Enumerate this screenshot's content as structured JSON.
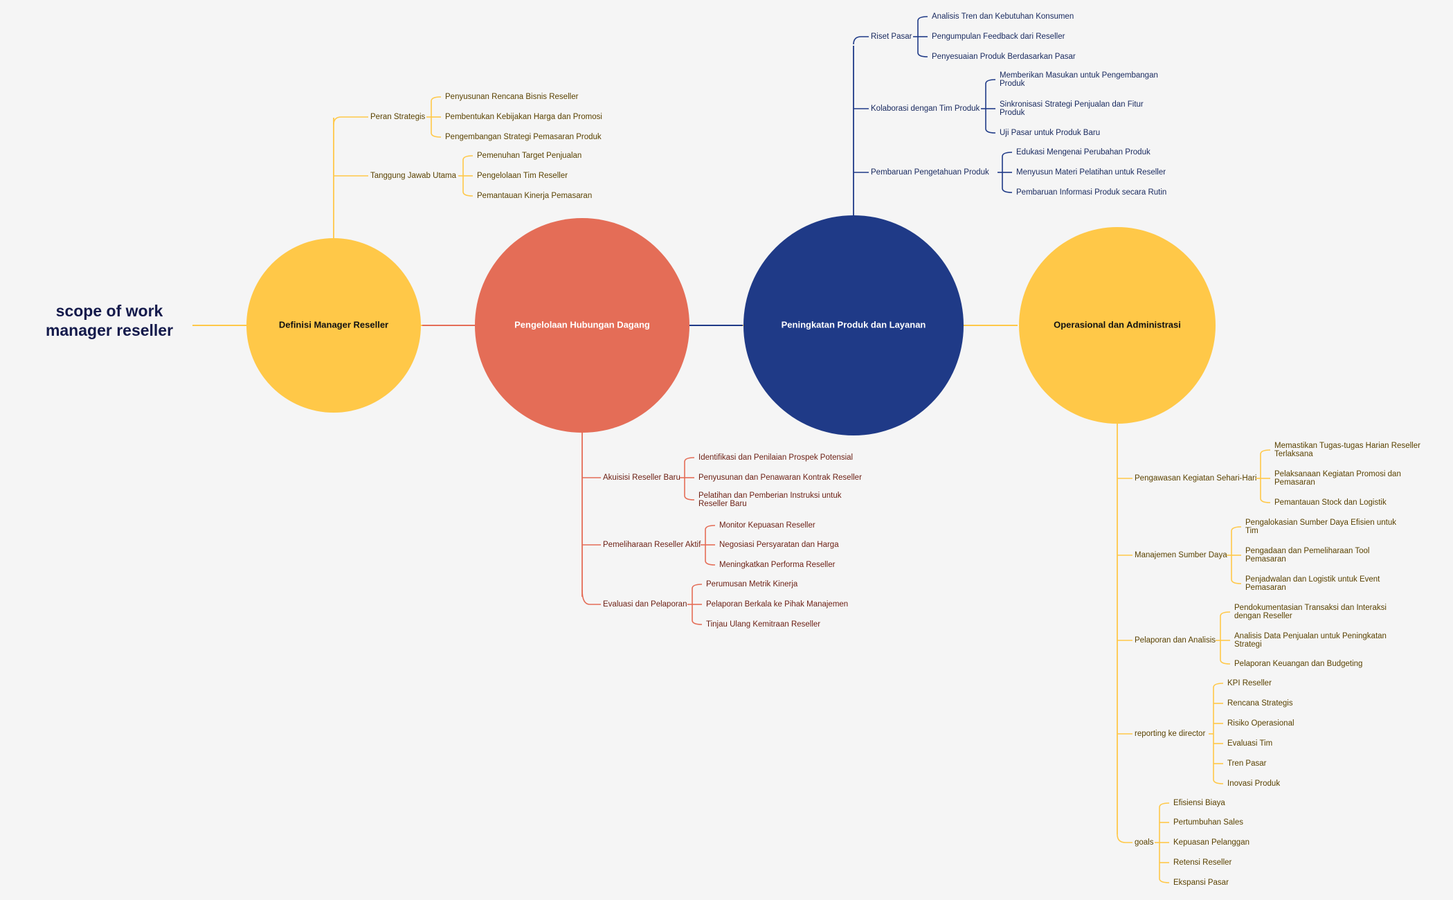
{
  "title": [
    "scope of work",
    "manager reseller"
  ],
  "colors": {
    "yellow": "#ffc848",
    "coral": "#e46d57",
    "navy": "#1f3a87",
    "title": "#141a4b",
    "yellow_text": "#5a4200",
    "coral_text": "#6b1e12",
    "navy_text": "#17285e"
  },
  "nodes": {
    "definisi": {
      "label": "Definisi Manager Reseller",
      "branches": [
        {
          "label": "Peran Strategis",
          "items": [
            "Penyusunan Rencana Bisnis Reseller",
            "Pembentukan Kebijakan Harga dan Promosi",
            "Pengembangan Strategi Pemasaran Produk"
          ]
        },
        {
          "label": "Tanggung Jawab Utama",
          "items": [
            "Pemenuhan Target Penjualan",
            "Pengelolaan Tim Reseller",
            "Pemantauan Kinerja Pemasaran"
          ]
        }
      ]
    },
    "hubungan": {
      "label": "Pengelolaan Hubungan Dagang",
      "branches": [
        {
          "label": "Akuisisi Reseller Baru",
          "items": [
            "Identifikasi dan Penilaian Prospek Potensial",
            "Penyusunan dan Penawaran Kontrak Reseller",
            [
              "Pelatihan dan Pemberian Instruksi untuk",
              "Reseller Baru"
            ]
          ]
        },
        {
          "label": "Pemeliharaan Reseller Aktif",
          "items": [
            "Monitor Kepuasan Reseller",
            "Negosiasi Persyaratan dan Harga",
            "Meningkatkan Performa Reseller"
          ]
        },
        {
          "label": "Evaluasi dan Pelaporan",
          "items": [
            "Perumusan Metrik Kinerja",
            "Pelaporan Berkala ke Pihak Manajemen",
            "Tinjau Ulang Kemitraan Reseller"
          ]
        }
      ]
    },
    "produk": {
      "label": "Peningkatan Produk dan Layanan",
      "branches": [
        {
          "label": "Riset Pasar",
          "items": [
            "Analisis Tren dan Kebutuhan Konsumen",
            "Pengumpulan Feedback dari Reseller",
            "Penyesuaian Produk Berdasarkan Pasar"
          ]
        },
        {
          "label": "Kolaborasi dengan Tim Produk",
          "items": [
            [
              "Memberikan Masukan untuk Pengembangan",
              "Produk"
            ],
            [
              "Sinkronisasi Strategi Penjualan dan Fitur",
              "Produk"
            ],
            "Uji Pasar untuk Produk Baru"
          ]
        },
        {
          "label": "Pembaruan Pengetahuan Produk",
          "items": [
            "Edukasi Mengenai Perubahan Produk",
            "Menyusun Materi Pelatihan untuk Reseller",
            "Pembaruan Informasi Produk secara Rutin"
          ]
        }
      ]
    },
    "operasional": {
      "label": "Operasional dan Administrasi",
      "branches": [
        {
          "label": "Pengawasan Kegiatan Sehari-Hari",
          "items": [
            [
              "Memastikan Tugas-tugas Harian Reseller",
              "Terlaksana"
            ],
            [
              "Pelaksanaan Kegiatan Promosi dan",
              "Pemasaran"
            ],
            "Pemantauan Stock dan Logistik"
          ]
        },
        {
          "label": "Manajemen Sumber Daya",
          "items": [
            [
              "Pengalokasian Sumber Daya Efisien untuk",
              "Tim"
            ],
            [
              "Pengadaan dan Pemeliharaan Tool",
              "Pemasaran"
            ],
            [
              "Penjadwalan dan Logistik untuk Event",
              "Pemasaran"
            ]
          ]
        },
        {
          "label": "Pelaporan dan Analisis",
          "items": [
            [
              "Pendokumentasian Transaksi dan Interaksi",
              "dengan Reseller"
            ],
            [
              "Analisis Data Penjualan untuk Peningkatan",
              "Strategi"
            ],
            "Pelaporan Keuangan dan Budgeting"
          ]
        },
        {
          "label": "reporting ke director",
          "items": [
            "KPI Reseller",
            "Rencana Strategis",
            "Risiko Operasional",
            "Evaluasi Tim",
            "Tren Pasar",
            "Inovasi Produk"
          ]
        },
        {
          "label": "goals",
          "items": [
            "Efisiensi Biaya",
            "Pertumbuhan Sales",
            "Kepuasan Pelanggan",
            "Retensi Reseller",
            "Ekspansi Pasar"
          ]
        }
      ]
    }
  }
}
